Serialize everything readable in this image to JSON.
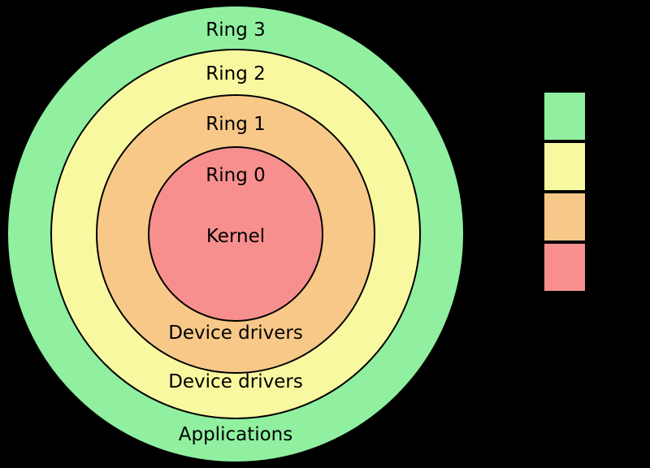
{
  "background": "#000000",
  "rings": [
    {
      "label": "Ring 3",
      "caption": "Applications",
      "color": "#90f0a0"
    },
    {
      "label": "Ring 2",
      "caption": "Device drivers",
      "color": "#f8f8a0"
    },
    {
      "label": "Ring 1",
      "caption": "Device drivers",
      "color": "#f8c888"
    },
    {
      "label": "Ring 0",
      "caption": "Kernel",
      "color": "#f78f8f"
    }
  ],
  "legend": {
    "swatches": [
      {
        "name": "ring-3-color",
        "color": "#90f0a0"
      },
      {
        "name": "ring-2-color",
        "color": "#f8f8a0"
      },
      {
        "name": "ring-1-color",
        "color": "#f8c888"
      },
      {
        "name": "ring-0-color",
        "color": "#f78f8f"
      }
    ]
  }
}
